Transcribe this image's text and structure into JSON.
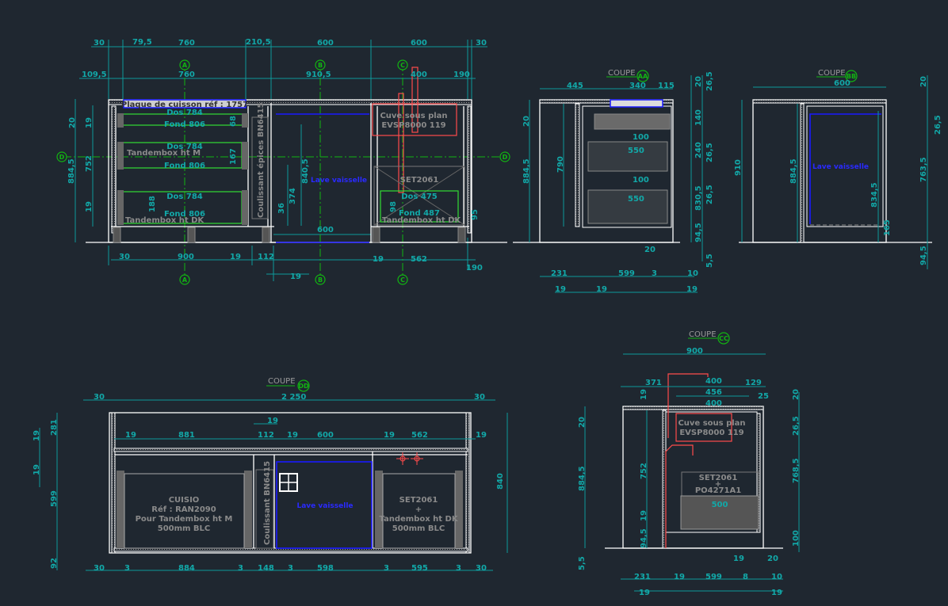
{
  "colors": {
    "background": "#1f2730",
    "dimension": "#0e9a9a",
    "outline": "#ffffff",
    "axis": "#12b512",
    "appliance": "#1a1aff",
    "plumbing": "#ff4b4b"
  },
  "axes": [
    "A",
    "B",
    "C",
    "D"
  ],
  "front": {
    "top_dims": [
      "30",
      "79,5",
      "760",
      "210,5",
      "600",
      "600",
      "30"
    ],
    "second_dims": [
      "109,5",
      "760",
      "910,5",
      "400",
      "190"
    ],
    "left_dims": [
      "20",
      "19",
      "752",
      "19",
      "884,5"
    ],
    "bottom_dims": [
      "30",
      "900",
      "19",
      "112",
      "19",
      "562",
      "190"
    ],
    "inner_dims": [
      "600",
      "19",
      "36",
      "374",
      "840,5",
      "68",
      "167",
      "188",
      "98",
      "95"
    ],
    "hob_label": "Plaque de cuisson réf : 1757",
    "drawer_labels": [
      "Dos 784",
      "Fond 806",
      "Dos 784",
      "Fond 806",
      "Dos 784",
      "Fond 806",
      "Tandembox ht M",
      "Tandembox ht DK"
    ],
    "spice_label": "Coulissant épices BN6415",
    "dishwasher_label": "Lave vaisselle",
    "sink_label_1": "Cuve sous plan",
    "sink_label_2": "EVSP8000 119",
    "set_label": "SET2061",
    "right_drawer_labels": [
      "Dos 475",
      "Fond 487",
      "Tandembox ht DK"
    ]
  },
  "coupe_aa": {
    "title": "COUPE",
    "tag": "AA",
    "top_dims": [
      "445",
      "340",
      "115"
    ],
    "right_dims": [
      "20",
      "26,5",
      "140",
      "240",
      "26,5",
      "830,5",
      "26,5",
      "94,5"
    ],
    "left_dims": [
      "20",
      "884,5",
      "790"
    ],
    "inner_dims": [
      "100",
      "550",
      "100",
      "550"
    ],
    "bottom_dims": [
      "20",
      "5,5",
      "231",
      "599",
      "3",
      "10",
      "19",
      "19",
      "19"
    ]
  },
  "coupe_bb": {
    "title": "COUPE",
    "tag": "BB",
    "top_dims": [
      "600"
    ],
    "dims": [
      "20",
      "26,5",
      "910",
      "884,5",
      "834,5",
      "763,5",
      "165",
      "94,5"
    ],
    "dishwasher_label": "Lave vaisselle"
  },
  "coupe_dd": {
    "title": "COUPE",
    "tag": "DD",
    "top_dims": [
      "30",
      "2 250",
      "30"
    ],
    "row2_dims": [
      "19",
      "19",
      "881",
      "112",
      "19",
      "600",
      "19",
      "562",
      "19"
    ],
    "left_dims": [
      "19",
      "281",
      "19",
      "599",
      "92"
    ],
    "right_dim": "840",
    "bottom_dims": [
      "30",
      "3",
      "884",
      "3",
      "148",
      "3",
      "598",
      "3",
      "595",
      "3",
      "30"
    ],
    "left_box": [
      "CUISIO",
      "Réf : RAN2090",
      "Pour Tandembox ht M",
      "500mm BLC"
    ],
    "spice_label": "Coulissant BN6415",
    "dishwasher_label": "Lave vaisselle",
    "right_box": [
      "SET2061",
      "+",
      "Tandembox ht DK",
      "500mm BLC"
    ]
  },
  "coupe_cc": {
    "title": "COUPE",
    "tag": "CC",
    "top_dims": [
      "900",
      "371",
      "400",
      "129",
      "456",
      "400",
      "25"
    ],
    "left_dims": [
      "19",
      "20",
      "884,5",
      "752",
      "19",
      "94,5",
      "5,5"
    ],
    "right_dims": [
      "20",
      "26,5",
      "768,5",
      "100"
    ],
    "bottom_dims": [
      "19",
      "20",
      "231",
      "19",
      "599",
      "8",
      "10",
      "19",
      "19"
    ],
    "sink_label_1": "Cuve sous plan",
    "sink_label_2": "EVSP8000 119",
    "set_label": [
      "SET2061",
      "+",
      "PO4271A1"
    ],
    "drawer_dim": "500"
  }
}
